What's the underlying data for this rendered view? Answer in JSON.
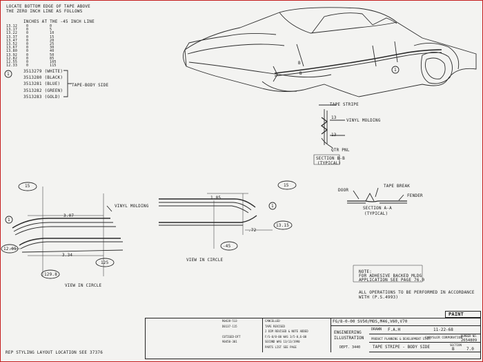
{
  "locate_note": {
    "lines": [
      "LOCATE BOTTOM EDGE OF TAPE ABOVE",
      "THE ZERO INCH LINE AS FOLLOWS"
    ],
    "table_header": "INCHES AT THE -45 INCH LINE",
    "rows": [
      [
        "13.12",
        "0",
        "0"
      ],
      [
        "13.17",
        "0",
        "5"
      ],
      [
        "13.22",
        "0",
        "10"
      ],
      [
        "13.37",
        "0",
        "15"
      ],
      [
        "13.47",
        "0",
        "20"
      ],
      [
        "13.52",
        "0",
        "25"
      ],
      [
        "13.67",
        "0",
        "30"
      ],
      [
        "13.80",
        "0",
        "40"
      ],
      [
        "13.92",
        "0",
        "50"
      ],
      [
        "12.82",
        "0",
        "85"
      ],
      [
        "12.55",
        "0",
        "105"
      ],
      [
        "12.33",
        "0",
        "115"
      ]
    ]
  },
  "parts": {
    "callout": "1",
    "items": [
      "3513279 (WHITE)",
      "3513280 (BLACK)",
      "3513281 (BLUE)",
      "3513282 (GREEN)",
      "3513283 (GOLD)"
    ],
    "label": "TAPE-BODY SIDE"
  },
  "car_labels": {
    "b_top": "B",
    "b_bottom": "B",
    "callout": "1"
  },
  "section_bb": {
    "tape_stripe": "TAPE STRIPE",
    "vinyl_molding": "VINYL MOLDING",
    "callout_a": "13",
    "callout_b": "13",
    "qtr_pnl": "QTR PNL",
    "title": "SECTION B-B",
    "subtitle": "(TYPICAL)"
  },
  "section_aa": {
    "door": "DOOR",
    "tape_break": "TAPE BREAK",
    "fender": "FENDER",
    "title": "SECTION A-A",
    "subtitle": "(TYPICAL)"
  },
  "view_i": {
    "dim_top": "15",
    "vinyl_molding": "VINYL MOLDING",
    "dim_307": "3.07",
    "dim_334": "3.34",
    "dim_1205": "12.05",
    "dim_1298": "129.8",
    "dim_125": "125",
    "title": "VIEW IN CIRCLE",
    "callout": "1"
  },
  "view_y": {
    "dim_15": "15",
    "dim_105": "1.05",
    "dim_72": ".72",
    "dim_1315": "13.15",
    "dim_45": "-45",
    "title": "VIEW IN CIRCLE",
    "callout": "1"
  },
  "notes": {
    "note1": [
      "NOTE:",
      "FOR ADHESIVE BACKED MLDG",
      "APPLICATION SEE PAGE 76.0"
    ],
    "note2": [
      "ALL OPERATIONS TO BE PERFORMED IN ACCORDANCE",
      "WITH (P.S.4993)"
    ]
  },
  "title_block": {
    "paint": "PAINT",
    "models": "FG/8-0-00 SV50/MOS,M46,V60,V70",
    "dept": "ENGINEERING ILLUSTRATION",
    "dept_no": "DEPT. 3440",
    "planning": "PRODUCT PLANNING & DEVELOPMENT STAFF",
    "company": "CHRYSLER CORPORATION",
    "drawn_label": "DRAWN",
    "drawn": "F.A.H",
    "date": "11-22-68",
    "number_label": "NUMBER NO.",
    "number": "2654809",
    "title": "TAPE STRIPE - BODY SIDE",
    "section_label": "SECTION",
    "section": "B",
    "page": "7.0",
    "footer": "REP STYLING LAYOUT LOCATION SEE 37376",
    "revisions": [
      [
        "R0428-513",
        "CANCELLED"
      ],
      [
        "D0137-115",
        "TAPE REVISED"
      ],
      [
        "",
        "2 DIM REVISED & NOTE ADDED"
      ],
      [
        "C0TIGED-DFT",
        "F/S-0/8-00 WAS 3/5-0,6-00"
      ],
      [
        "90450-301",
        "SECOND WAS 13/13/1990"
      ],
      [
        "",
        "PARTS LIST SEE PAGE"
      ]
    ]
  }
}
